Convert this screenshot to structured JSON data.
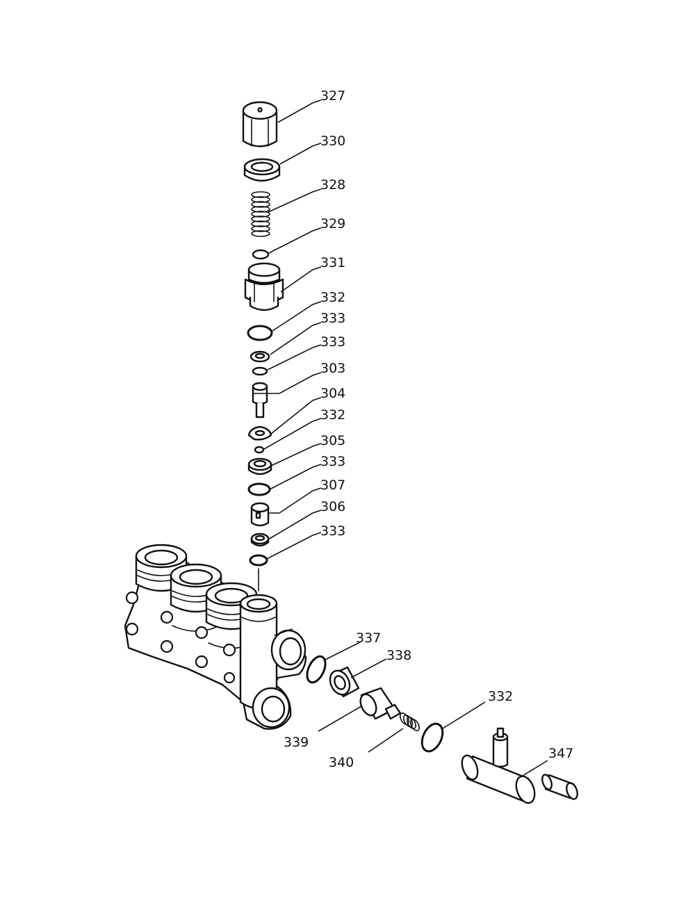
{
  "labels": {
    "l327": "327",
    "l330": "330",
    "l328": "328",
    "l329": "329",
    "l331": "331",
    "l332a": "332",
    "l333a": "333",
    "l333b": "333",
    "l303": "303",
    "l304": "304",
    "l332b": "332",
    "l305": "305",
    "l333c": "333",
    "l307": "307",
    "l306": "306",
    "l333d": "333",
    "l337": "337",
    "l338": "338",
    "l339": "339",
    "l340": "340",
    "l332c": "332",
    "l347": "347"
  }
}
